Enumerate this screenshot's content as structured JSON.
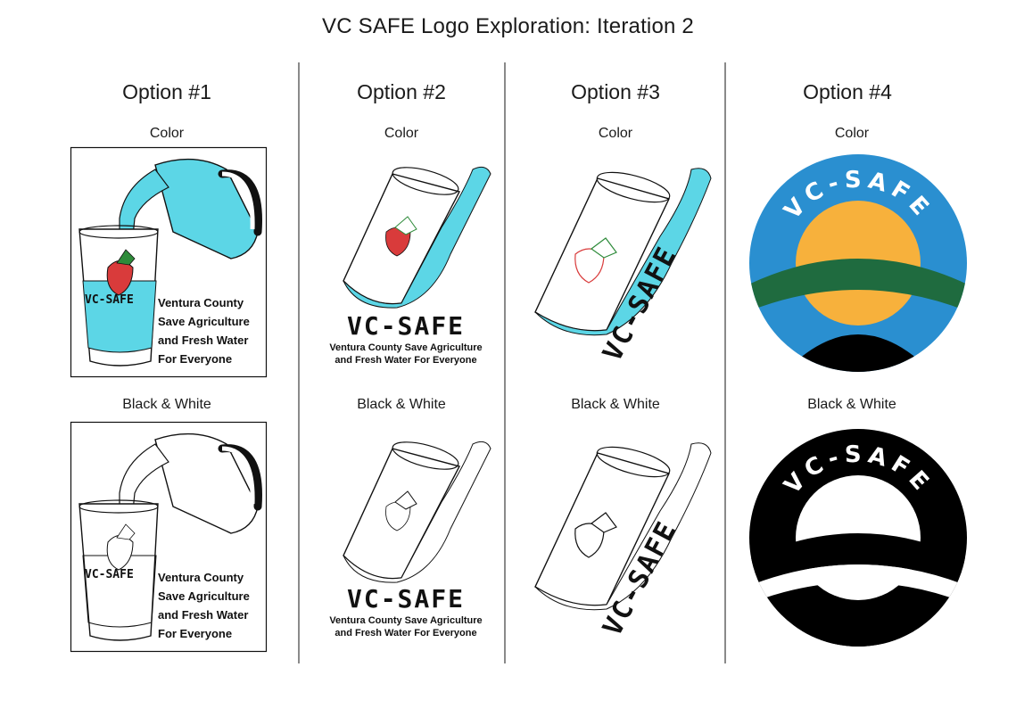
{
  "title": "VC SAFE Logo Exploration: Iteration 2",
  "labels": {
    "color": "Color",
    "bw": "Black & White"
  },
  "options": [
    {
      "name": "Option #1",
      "tagline": [
        "Ventura County",
        "Save Agriculture",
        "and Fresh Water",
        "For Everyone"
      ],
      "brand": "VC-SAFE"
    },
    {
      "name": "Option #2",
      "brand": "VC-SAFE",
      "tagline": [
        "Ventura County Save Agriculture",
        "and Fresh Water For Everyone"
      ]
    },
    {
      "name": "Option #3",
      "brand": "VC-SAFE"
    },
    {
      "name": "Option #4",
      "brand": "VC-SAFE"
    }
  ],
  "colors": {
    "water": "#5cd6e6",
    "water_dark": "#1aa6c6",
    "strawberry": "#d93b3b",
    "leaf": "#2e8b3a",
    "sky": "#2a8fd0",
    "sun": "#f7b13c",
    "hill": "#1f6b3f",
    "ground": "#000000"
  }
}
